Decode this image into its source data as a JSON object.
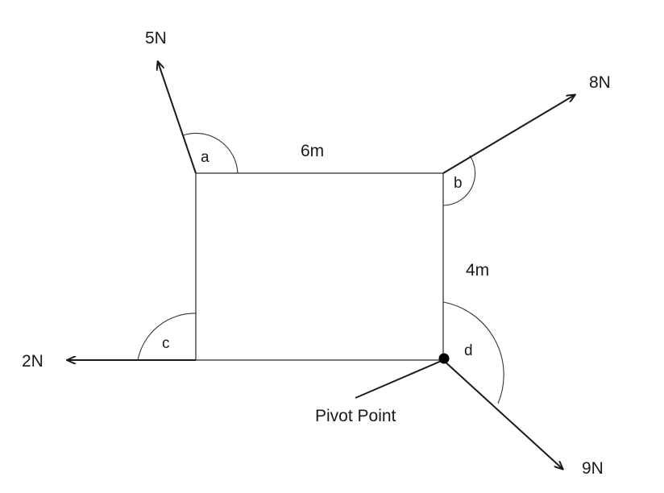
{
  "colors": {
    "line": "#333333",
    "arrow": "#1a1a1a",
    "pivot": "#000000",
    "background": "#ffffff"
  },
  "forces": {
    "top_left": "5N",
    "top_right": "8N",
    "left": "2N",
    "bottom_right": "9N"
  },
  "dimensions": {
    "width": "6m",
    "height": "4m"
  },
  "angles": {
    "a": "a",
    "b": "b",
    "c": "c",
    "d": "d"
  },
  "pivot": {
    "label": "Pivot Point"
  }
}
